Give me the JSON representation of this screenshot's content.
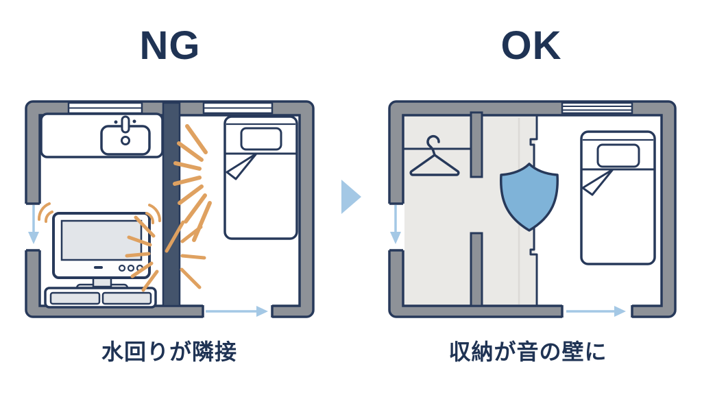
{
  "left": {
    "title": "NG",
    "caption": "水回りが隣接"
  },
  "right": {
    "title": "OK",
    "caption": "収納が音の壁に"
  },
  "colors": {
    "bg": "#ffffff",
    "navy": "#27395a",
    "text_navy": "#1f3354",
    "wall_gray": "#8e9298",
    "divider_slate": "#44546c",
    "floor_light": "#eae9e6",
    "screen_gray": "#e2e5e9",
    "orange": "#dfa160",
    "shield_blue": "#7fb3d8",
    "arrow_blue": "#a4c8e5"
  },
  "icons": {
    "sink-icon": "bathroom sink on counter (rounded rects + faucet + drain)",
    "tv-icon": "television on a low cabinet with two drawers",
    "bed-icon": "single bed with pillow and folded blanket corner",
    "hanger-icon": "clothes hanger on closet rod",
    "shield-icon": "blue shield (sound protection)",
    "sound-waves-icon": "orange arcs above the TV",
    "noise-rays-icon": "orange rays radiating through the wall",
    "door-arrow-icon": "light-blue arrow marking door opening",
    "transition-arrow-icon": "light-blue triangle pointing from NG to OK",
    "window-icon": "white window band in gray wall"
  }
}
